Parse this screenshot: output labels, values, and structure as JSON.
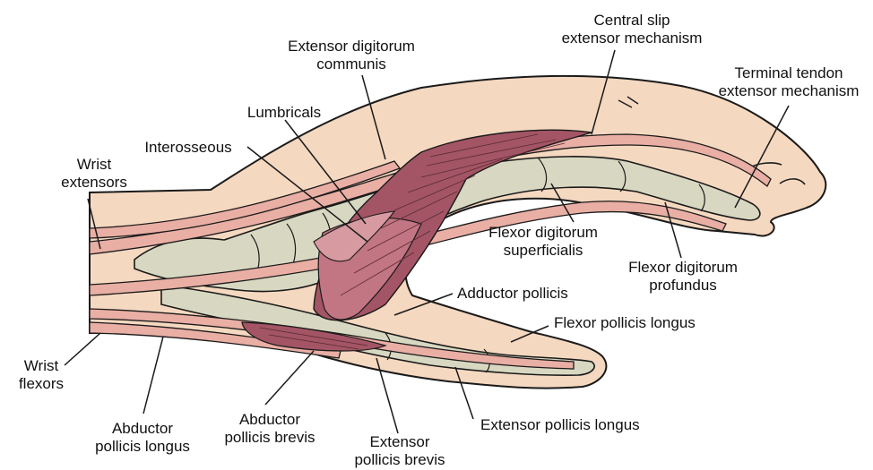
{
  "labels": {
    "central_slip": [
      "Central slip",
      "extensor mechanism"
    ],
    "edc": [
      "Extensor digitorum",
      "communis"
    ],
    "terminal_tendon": [
      "Terminal tendon",
      "extensor mechanism"
    ],
    "lumbricals": [
      "Lumbricals"
    ],
    "interosseous": [
      "Interosseous"
    ],
    "wrist_extensors": [
      "Wrist",
      "extensors"
    ],
    "fds": [
      "Flexor digitorum",
      "superficialis"
    ],
    "fdp": [
      "Flexor digitorum",
      "profundus"
    ],
    "adductor_pollicis": [
      "Adductor pollicis"
    ],
    "fpl": [
      "Flexor pollicis longus"
    ],
    "wrist_flexors": [
      "Wrist",
      "flexors"
    ],
    "abd_pollicis_brevis": [
      "Abductor",
      "pollicis brevis"
    ],
    "abd_pollicis_longus": [
      "Abductor",
      "pollicis longus"
    ],
    "ext_pollicis_brevis": [
      "Extensor",
      "pollicis brevis"
    ],
    "ext_pollicis_longus": [
      "Extensor pollicis longus"
    ]
  },
  "colors": {
    "skin": "#f5d8c0",
    "muscle": "#a35565",
    "muscle_light": "#d79aa0",
    "tendon": "#e9aea4",
    "bone": "#d8d8c2",
    "outline": "#1a1a1a",
    "leader": "#1a1a1a"
  }
}
